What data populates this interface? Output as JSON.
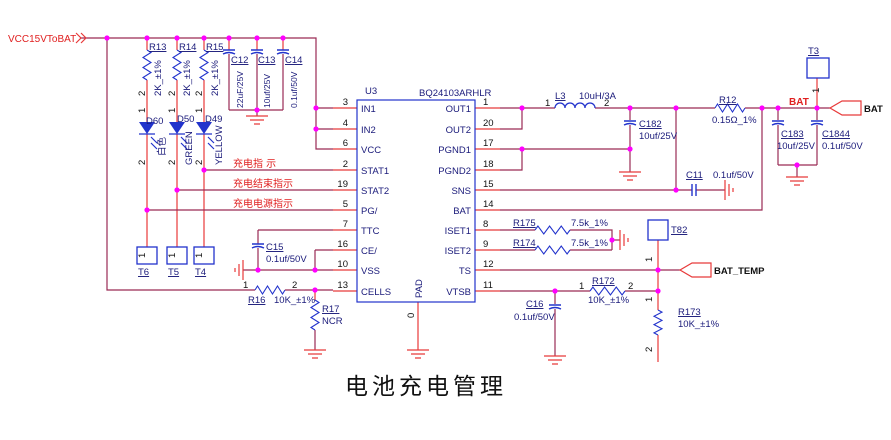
{
  "title": "电池充电管理",
  "colors": {
    "wire": "#9a2a55",
    "stub": "#e83a3a",
    "component": "#2233cc",
    "junction": "#ff00ff",
    "net_label": "#e02020"
  },
  "nets": {
    "vcc": "VCC15VToBAT",
    "bat_inner": "BAT",
    "bat_port": "BAT",
    "temp_port": "BAT_TEMP"
  },
  "ic": {
    "ref": "U3",
    "part": "BQ24103ARHLR",
    "pad_label": "PAD",
    "pad_num": "0",
    "left_pins": [
      {
        "num": "3",
        "name": "IN1"
      },
      {
        "num": "4",
        "name": "IN2"
      },
      {
        "num": "6",
        "name": "VCC"
      },
      {
        "num": "2",
        "name": "STAT1"
      },
      {
        "num": "19",
        "name": "STAT2"
      },
      {
        "num": "5",
        "name": "PG/"
      },
      {
        "num": "7",
        "name": "TTC"
      },
      {
        "num": "16",
        "name": "CE/"
      },
      {
        "num": "10",
        "name": "VSS"
      },
      {
        "num": "13",
        "name": "CELLS"
      }
    ],
    "right_pins": [
      {
        "num": "1",
        "name": "OUT1"
      },
      {
        "num": "20",
        "name": "OUT2"
      },
      {
        "num": "17",
        "name": "PGND1"
      },
      {
        "num": "18",
        "name": "PGND2"
      },
      {
        "num": "15",
        "name": "SNS"
      },
      {
        "num": "14",
        "name": "BAT"
      },
      {
        "num": "8",
        "name": "ISET1"
      },
      {
        "num": "9",
        "name": "ISET2"
      },
      {
        "num": "12",
        "name": "TS"
      },
      {
        "num": "11",
        "name": "VTSB"
      }
    ]
  },
  "status_lines": {
    "stat1": "充电指 示",
    "stat2": "充电结束指示",
    "pg": "充电电源指示"
  },
  "parts": {
    "R13": {
      "ref": "R13",
      "value": "2K_±1%"
    },
    "R14": {
      "ref": "R14",
      "value": "2K_±1%"
    },
    "R15": {
      "ref": "R15",
      "value": "2K_±1%"
    },
    "D60": {
      "ref": "D60",
      "color": "白色"
    },
    "D50": {
      "ref": "D50",
      "color": "GREEN"
    },
    "D49": {
      "ref": "D49",
      "color": "YELLOW"
    },
    "T6": "T6",
    "T5": "T5",
    "T4": "T4",
    "T3": "T3",
    "T82": "T82",
    "C12": {
      "ref": "C12",
      "value": "22uF/25V"
    },
    "C13": {
      "ref": "C13",
      "value": "10uf/25V"
    },
    "C14": {
      "ref": "C14",
      "value": "0.1uf/50V"
    },
    "C15": {
      "ref": "C15",
      "value": "0.1uf/50V"
    },
    "R16": {
      "ref": "R16",
      "value": "10K_±1%"
    },
    "R17": {
      "ref": "R17",
      "value": "NCR"
    },
    "L3": {
      "ref": "L3",
      "value": "10uH/3A"
    },
    "C182": {
      "ref": "C182",
      "value": "10uf/25V"
    },
    "C11": {
      "ref": "C11",
      "value": "0.1uf/50V"
    },
    "R12": {
      "ref": "R12",
      "value": "0.15Ω_1%"
    },
    "C183": {
      "ref": "C183",
      "value": "10uf/25V"
    },
    "C1844": {
      "ref": "C1844",
      "value": "0.1uf/50V"
    },
    "R175": {
      "ref": "R175",
      "value": "7.5k_1%"
    },
    "R174": {
      "ref": "R174",
      "value": "7.5k_1%"
    },
    "R172": {
      "ref": "R172",
      "value": "10K_±1%"
    },
    "R173": {
      "ref": "R173",
      "value": "10K_±1%"
    },
    "C16": {
      "ref": "C16",
      "value": "0.1uf/50V"
    }
  },
  "pin_marks": {
    "one": "1",
    "two": "2"
  }
}
